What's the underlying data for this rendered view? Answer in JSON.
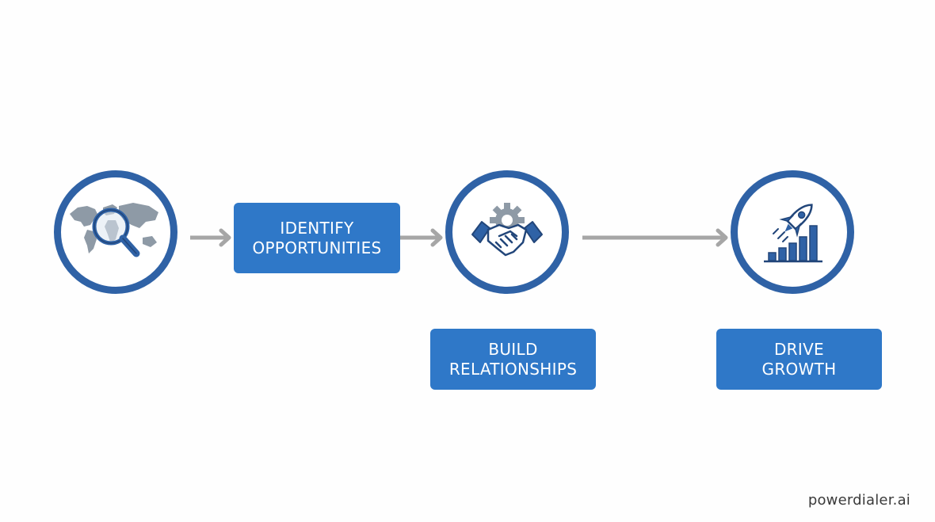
{
  "colors": {
    "circle_border": "#2f62a6",
    "label_fill": "#2f78c8",
    "arrow": "#a6a6a6",
    "icon_gray": "#8e9aa6"
  },
  "steps": [
    {
      "icon": "globe-search-icon",
      "label_lines": [
        "IDENTIFY",
        "OPPORTUNITIES"
      ]
    },
    {
      "icon": "handshake-gear-icon",
      "label_lines": [
        "BUILD",
        "RELATIONSHIPS"
      ]
    },
    {
      "icon": "rocket-growth-chart-icon",
      "label_lines": [
        "DRIVE",
        "GROWTH"
      ]
    }
  ],
  "watermark": "powerdialer.ai"
}
